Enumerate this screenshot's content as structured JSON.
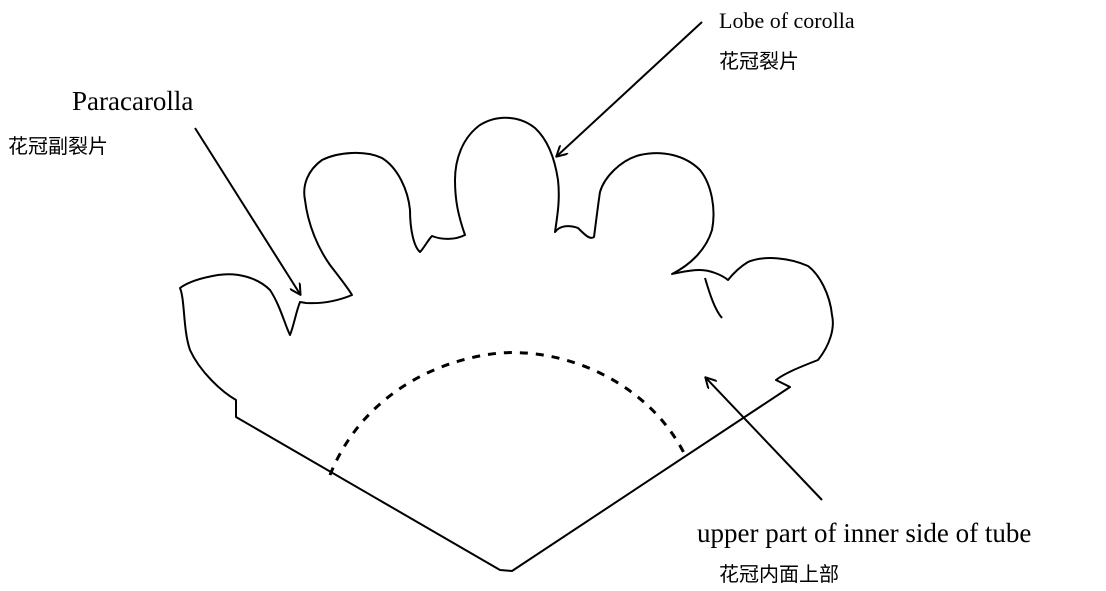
{
  "labels": {
    "paracarolla": {
      "en": "Paracarolla",
      "zh": "花冠副裂片"
    },
    "lobe": {
      "en": "Lobe of corolla",
      "zh": "花冠裂片"
    },
    "upper_tube": {
      "en": "upper part of inner side of tube",
      "zh": "花冠内面上部"
    }
  },
  "colors": {
    "ink": "#000000",
    "background": "#ffffff"
  }
}
